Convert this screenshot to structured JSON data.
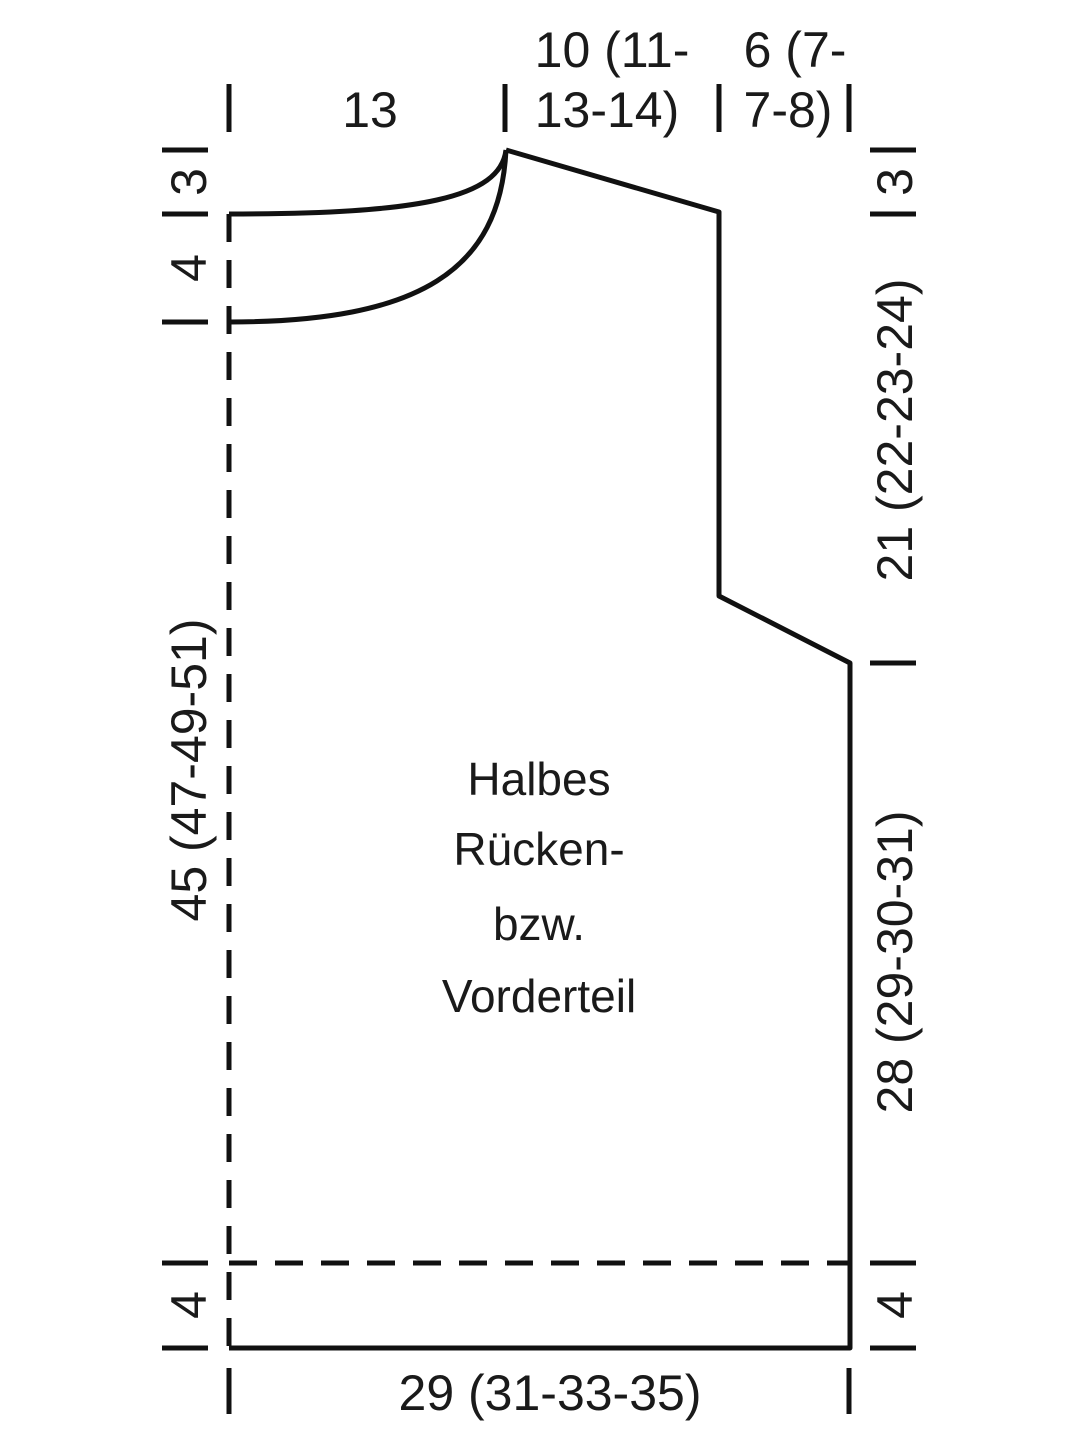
{
  "labels": {
    "top_neck": "13",
    "top_shoulder_l1": "10 (11-",
    "top_shoulder_l2": "13-14)",
    "top_arm_l1": "6 (7-",
    "top_arm_l2": "7-8)",
    "left_shoulder": "3",
    "left_neck_depth": "4",
    "left_length": "45 (47-49-51)",
    "left_rib": "4",
    "right_shoulder": "3",
    "right_armhole": "21 (22-23-24)",
    "right_side": "28 (29-30-31)",
    "right_rib": "4",
    "bottom_width": "29 (31-33-35)",
    "center_l1": "Halbes",
    "center_l2": "Rücken-",
    "center_l3": "bzw.",
    "center_l4": "Vorderteil"
  },
  "colors": {
    "line": "#111111",
    "text": "#1a1a1a",
    "background": "#ffffff"
  }
}
